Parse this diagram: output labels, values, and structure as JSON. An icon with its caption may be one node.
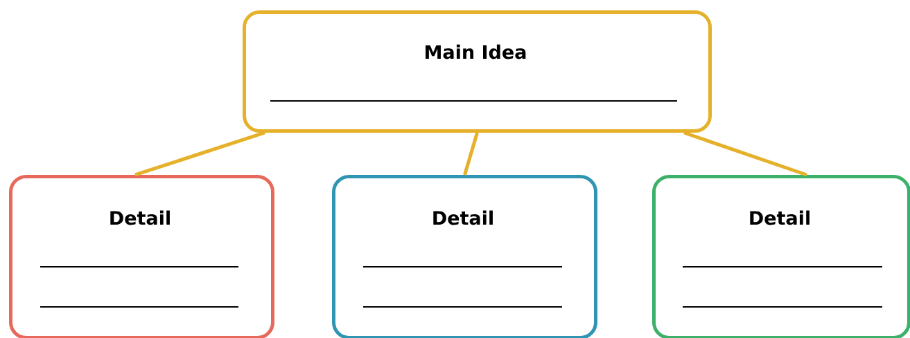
{
  "diagram": {
    "nodes": [
      {
        "text": [
          "Main Idea"
        ]
      },
      {
        "text": [
          "Detail"
        ]
      },
      {
        "text": [
          "Detail"
        ]
      },
      {
        "text": [
          "Detail"
        ]
      }
    ],
    "edges": [
      {
        "from": 0,
        "to": 1,
        "arrow": "none"
      },
      {
        "from": 0,
        "to": 2,
        "arrow": "none"
      },
      {
        "from": 0,
        "to": 3,
        "arrow": "none"
      }
    ]
  }
}
